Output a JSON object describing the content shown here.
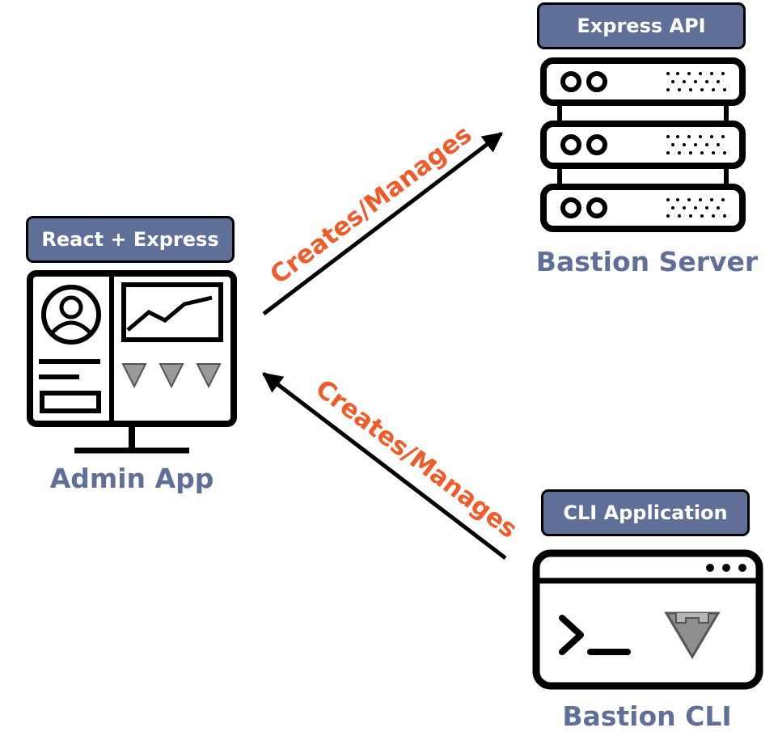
{
  "nodes": {
    "admin_app": {
      "tag": "React + Express",
      "label": "Admin App"
    },
    "bastion_server": {
      "tag": "Express API",
      "label": "Bastion Server"
    },
    "bastion_cli": {
      "tag": "CLI Application",
      "label": "Bastion CLI"
    }
  },
  "edges": [
    {
      "from": "admin_app",
      "to": "bastion_server",
      "label": "Creates/Manages"
    },
    {
      "from": "bastion_cli",
      "to": "admin_app",
      "label": "Creates/Manages"
    }
  ],
  "colors": {
    "tag_fill": "#5f6f98",
    "node_label": "#5f6f98",
    "edge_label": "#f15a29",
    "stroke": "#000000",
    "logo_fill": "#9a9a9a"
  },
  "icons": {
    "admin_app": "monitor-dashboard-icon",
    "bastion_server": "server-rack-icon",
    "bastion_cli": "terminal-window-icon"
  }
}
